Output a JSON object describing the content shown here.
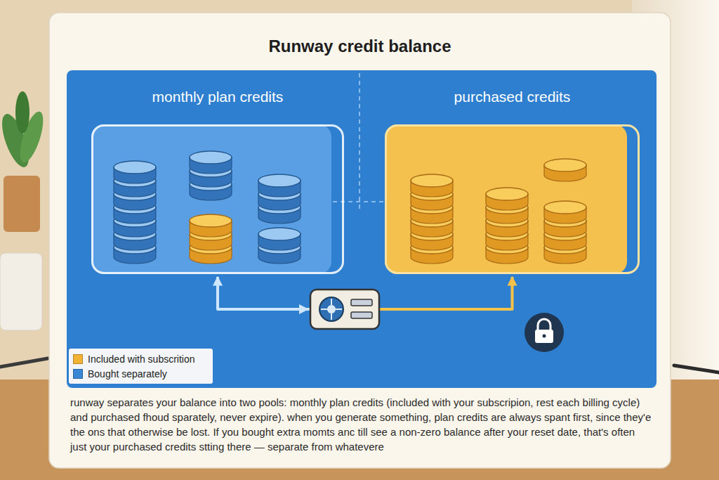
{
  "diagram": {
    "title": "Runway credit balance",
    "caption": "runway separates your balance into two pools: monthly plan credits (included with your subscripion, rest each billing cycle) and purchased fhoud sparately, never expire). when you generate something, plan credits are always spant first, since they'e the ons that otherwise be lost. If you bought extra momts anc till see a non-zero balance after your reset date, that's often just your purchased credits stting there — separate from whatevere",
    "nodes": [
      {
        "text": [
          "monthly plan credits"
        ]
      },
      {
        "text": [
          "purchased credits"
        ]
      }
    ],
    "edges": [
      {
        "from": 0,
        "to": 1,
        "arrow": "both"
      }
    ],
    "legend": [
      {
        "text": "Included with subscrition",
        "color": "#f2b234"
      },
      {
        "text": "Bought separately",
        "color": "#3a86d4"
      }
    ]
  }
}
